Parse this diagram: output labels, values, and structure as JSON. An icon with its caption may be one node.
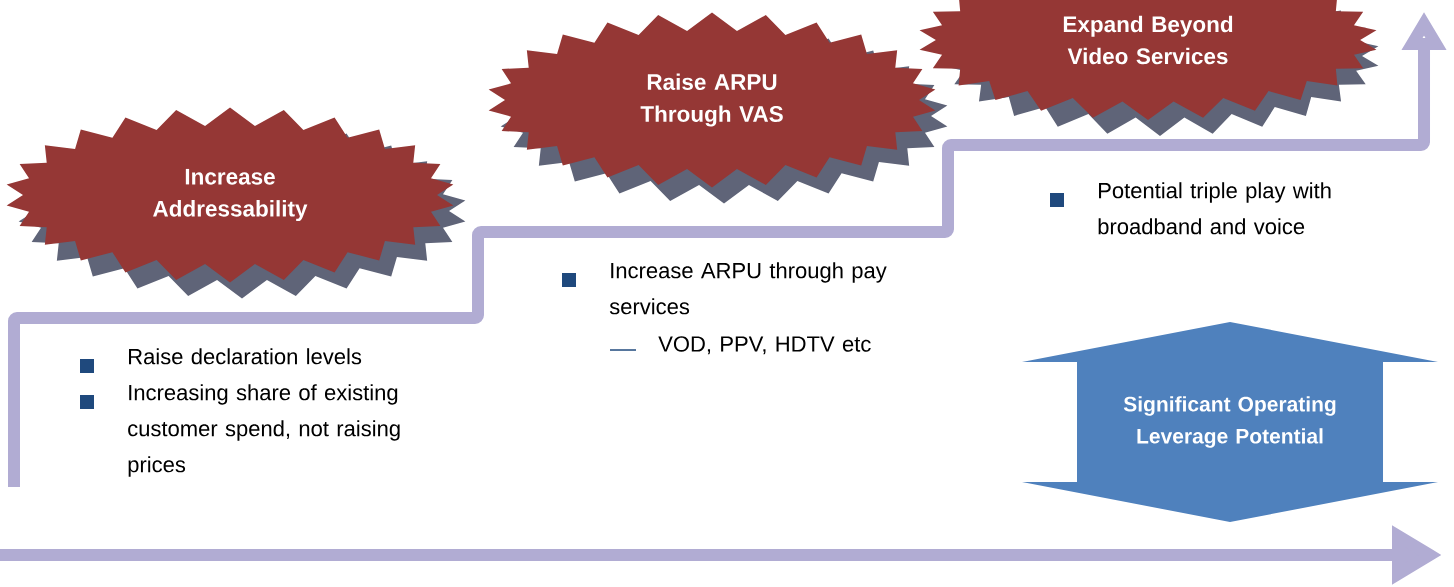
{
  "diagram": {
    "nodes": [
      {
        "text": [
          "Increase Addressability"
        ]
      },
      {
        "text": [
          "Raise ARPU Through VAS"
        ]
      },
      {
        "text": [
          "Expand Beyond Video Services"
        ]
      },
      {
        "text": [
          "Significant Operating Leverage Potential"
        ]
      }
    ],
    "labels": [
      "Potential triple play with broadband and voice",
      "Increase ARPU through pay services",
      "VOD, PPV, HDTV etc",
      "Raise declaration levels",
      "Increasing share of existing customer spend, not raising prices"
    ]
  }
}
